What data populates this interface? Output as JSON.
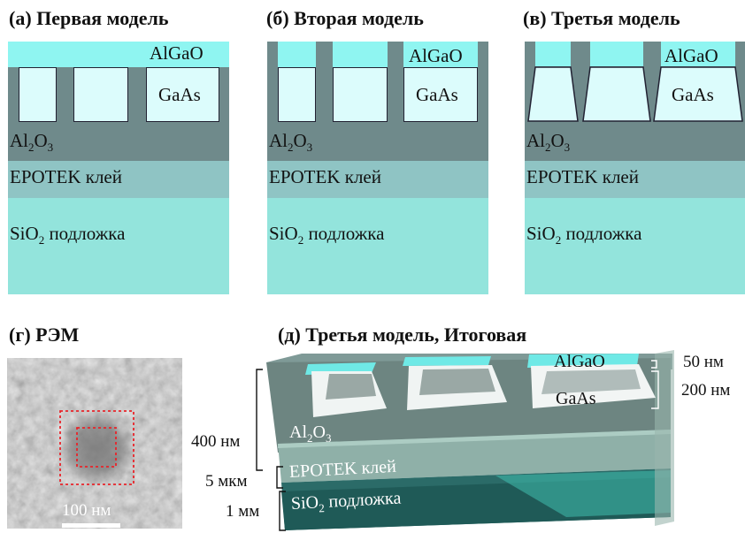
{
  "panels": [
    {
      "title": "(а) Первая модель",
      "top_label": "AlGaO",
      "box_label": "GaAs",
      "al_label": "Al",
      "al_sub": "2",
      "al_tail": "O",
      "al_sub2": "3",
      "ep_label": "EPOTEK клей",
      "si_label": "SiO",
      "si_sub": "2",
      "si_tail": " подложка"
    },
    {
      "title": "(б) Вторая модель",
      "top_label": "AlGaO",
      "box_label": "GaAs",
      "al_label": "Al",
      "al_sub": "2",
      "al_tail": "O",
      "al_sub2": "3",
      "ep_label": "EPOTEK клей",
      "si_label": "SiO",
      "si_sub": "2",
      "si_tail": " подложка"
    },
    {
      "title": "(в) Третья модель",
      "top_label": "AlGaO",
      "box_label": "GaAs",
      "al_label": "Al",
      "al_sub": "2",
      "al_tail": "O",
      "al_sub2": "3",
      "ep_label": "EPOTEK клей",
      "si_label": "SiO",
      "si_sub": "2",
      "si_tail": " подложка"
    }
  ],
  "sem": {
    "title": "(г) РЭМ",
    "scalebar": "100 нм"
  },
  "final": {
    "title": "(д) Третья модель, Итоговая",
    "algao": "AlGaO",
    "gaas": "GaAs",
    "al_label": "Al",
    "al_sub": "2",
    "al_tail": "O",
    "al_sub2": "3",
    "ep_label": "EPOTEK клей",
    "si_label": "SiO",
    "si_sub": "2",
    "si_tail": " подложка",
    "dim_50": "50 нм",
    "dim_200": "200 нм",
    "dim_400": "400 нм",
    "dim_5": "5 мкм",
    "dim_1": "1 мм"
  }
}
